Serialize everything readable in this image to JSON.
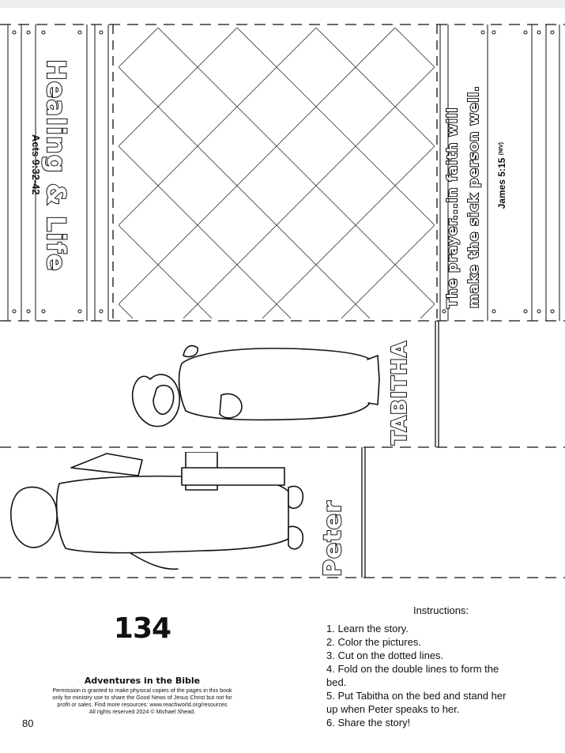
{
  "left_panel": {
    "title": "Healing & Life",
    "reference": "Acts 9:32-42"
  },
  "right_panel": {
    "verse_line1": "The prayer...in faith will",
    "verse_line2": "make the sick person well.",
    "verse_reference": "James 5:15",
    "verse_version": "(NIV)"
  },
  "figures": {
    "tabitha_label": "TABITHA",
    "peter_label": "Peter"
  },
  "footer": {
    "big_page_number": "134",
    "series_title": "Adventures in the Bible",
    "permission_line1": "Permission is granted to make physical copies of the pages in this book",
    "permission_line2": "only for ministry use to share the Good News of Jesus Christ but not for",
    "permission_line3": "profit or sales. Find more resources: www.reachworld.org/resources",
    "permission_line4": "All rights reserved 2024 © Michael Shead.",
    "page_number": "80"
  },
  "instructions": {
    "heading": "Instructions:",
    "steps": [
      "1. Learn the story.",
      "2. Color the pictures.",
      "3. Cut on the dotted lines.",
      "4. Fold on the double lines to form the",
      "bed.",
      "5. Put Tabitha on the bed and stand her",
      "up when Peter speaks to her.",
      "6. Share the story!"
    ]
  }
}
